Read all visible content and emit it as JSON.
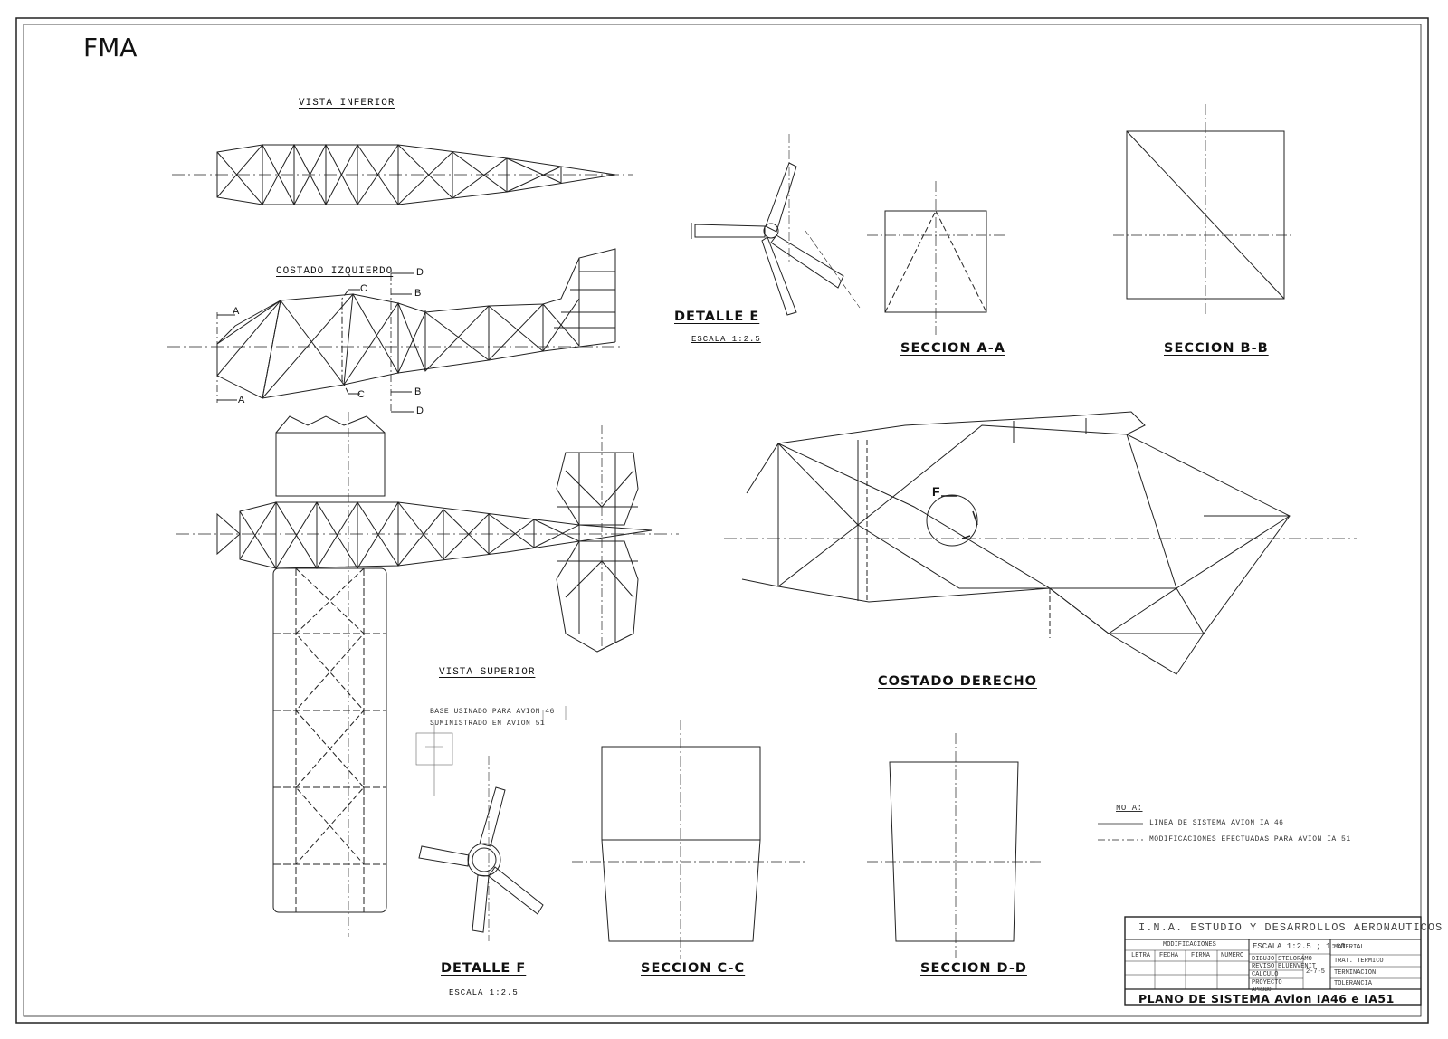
{
  "corner_label": "FMA",
  "views": {
    "vista_inferior": "VISTA INFERIOR",
    "costado_izquierdo": "COSTADO IZQUIERDO",
    "vista_superior": "VISTA SUPERIOR",
    "costado_derecho": "COSTADO DERECHO"
  },
  "details": {
    "detalle_e": "DETALLE E",
    "detalle_e_scale": "ESCALA 1:2.5",
    "detalle_f": "DETALLE F",
    "detalle_f_scale": "ESCALA 1:2.5"
  },
  "sections": {
    "a": "SECCION A-A",
    "b": "SECCION B-B",
    "c": "SECCION C-C",
    "d": "SECCION D-D"
  },
  "cut_letters": {
    "a": "A",
    "b": "B",
    "c": "C",
    "d": "D",
    "f": "F"
  },
  "side_note": {
    "line1": "BASE USINADO PARA AVION 46",
    "line2": "SUMINISTRADO EN AVION 51"
  },
  "nota": {
    "title": "NOTA:",
    "item1": "LINEA DE SISTEMA AVION IA 46",
    "item2": "MODIFICACIONES EFECTUADAS PARA AVION IA 51"
  },
  "title_block": {
    "header": "I.N.A. ESTUDIO Y DESARROLLOS AERONAUTICOS",
    "modifications": "MODIFICACIONES",
    "cols": [
      "LETRA",
      "FECHA",
      "FIRMA",
      "NUMERO"
    ],
    "scale": "ESCALA 1:2.5 ; 1:10",
    "rows_left": [
      "DIBUJO",
      "REVISO",
      "CALCULO",
      "PROYECTO",
      "APROBO"
    ],
    "draftsman": "STELORAMO",
    "reviewer": "BLUENVENIT",
    "sheet": "2-7-5",
    "rows_right": [
      "MATERIAL",
      "TRAT. TERMICO",
      "TERMINACION",
      "TOLERANCIA"
    ],
    "plan_title": "PLANO DE SISTEMA Avion IA46 e IA51"
  }
}
